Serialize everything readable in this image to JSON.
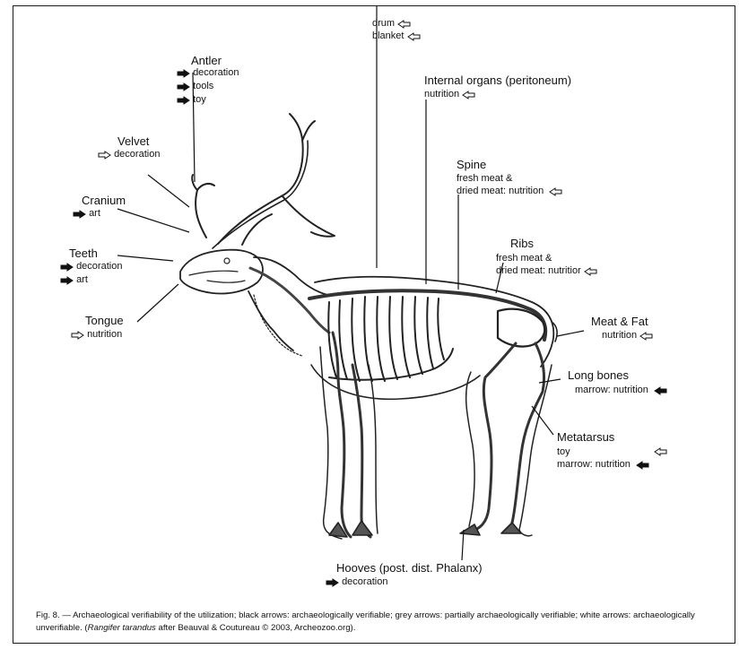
{
  "diagram": {
    "parts": [
      {
        "id": "hide",
        "title": "",
        "uses": [
          {
            "label": "drum",
            "arrow": "white"
          },
          {
            "label": "blanket",
            "arrow": "white"
          }
        ]
      },
      {
        "id": "antler",
        "title": "Antler",
        "uses": [
          {
            "label": "decoration",
            "arrow": "black"
          },
          {
            "label": "tools",
            "arrow": "black"
          },
          {
            "label": "toy",
            "arrow": "black"
          }
        ]
      },
      {
        "id": "velvet",
        "title": "Velvet",
        "uses": [
          {
            "label": "decoration",
            "arrow": "white"
          }
        ]
      },
      {
        "id": "cranium",
        "title": "Cranium",
        "uses": [
          {
            "label": "art",
            "arrow": "black"
          }
        ]
      },
      {
        "id": "teeth",
        "title": "Teeth",
        "uses": [
          {
            "label": "decoration",
            "arrow": "black"
          },
          {
            "label": "art",
            "arrow": "black"
          }
        ]
      },
      {
        "id": "tongue",
        "title": "Tongue",
        "uses": [
          {
            "label": "nutrition",
            "arrow": "white"
          }
        ]
      },
      {
        "id": "internal_organs",
        "title": "Internal organs (peritoneum)",
        "uses": [
          {
            "label": "nutrition",
            "arrow": "white"
          }
        ]
      },
      {
        "id": "spine",
        "title": "Spine",
        "uses": [
          {
            "label": "fresh meat &",
            "arrow": ""
          },
          {
            "label": "dried meat: nutrition",
            "arrow": "white"
          }
        ]
      },
      {
        "id": "ribs",
        "title": "Ribs",
        "uses": [
          {
            "label": "fresh meat &",
            "arrow": ""
          },
          {
            "label": "dried meat: nutritior",
            "arrow": "white"
          }
        ]
      },
      {
        "id": "meat_fat",
        "title": "Meat & Fat",
        "uses": [
          {
            "label": "nutrition",
            "arrow": "white"
          }
        ]
      },
      {
        "id": "long_bones",
        "title": "Long bones",
        "uses": [
          {
            "label": "marrow: nutrition",
            "arrow": "black"
          }
        ]
      },
      {
        "id": "metatarsus",
        "title": "Metatarsus",
        "uses": [
          {
            "label": "toy",
            "arrow": "white"
          },
          {
            "label": "marrow: nutrition",
            "arrow": "black"
          }
        ]
      },
      {
        "id": "hooves",
        "title": "Hooves (post. dist. Phalanx)",
        "uses": [
          {
            "label": "decoration",
            "arrow": "black"
          }
        ]
      }
    ]
  },
  "caption": {
    "prefix": "Fig. 8. — ",
    "text": "Archaeological verifiability of the utilization; black arrows: archaeologically verifiable; grey arrows: partially archaeologically verifiable; white arrows: archaeologically unverifiable. (",
    "species": "Rangifer tarandus",
    "suffix": " after Beauval & Coutureau © 2003, Archeozoo.org)."
  }
}
